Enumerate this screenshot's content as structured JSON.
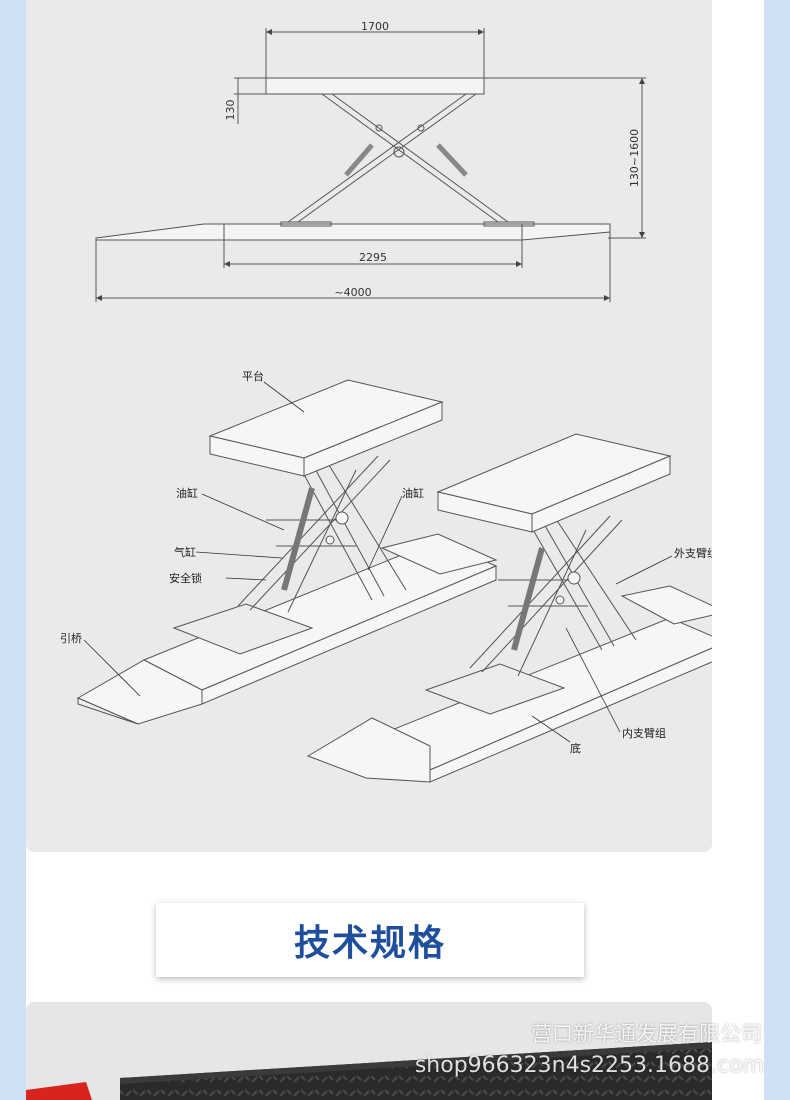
{
  "drawing": {
    "dims": {
      "platform_width": "1700",
      "platform_thickness": "130",
      "height_range": "130~1600",
      "base_length": "2295",
      "total_length": "~4000"
    },
    "labels": {
      "platform": "平台",
      "oil_cylinder_left": "油缸",
      "oil_cylinder_mid": "油缸",
      "air_cylinder": "气缸",
      "safety_lock": "安全锁",
      "ramp": "引桥",
      "outer_arm": "外支臂组",
      "inner_arm": "内支臂组",
      "base": "底"
    }
  },
  "section_title": "技术规格",
  "watermark": {
    "company": "营口新华通发展有限公司",
    "shop": "shop966323n4s2253.1688.com"
  },
  "colors": {
    "title_blue": "#1f4e9c",
    "background_blue": "#cfe0f5",
    "card_gray": "#eaeaea",
    "accent_red": "#d9231d"
  }
}
